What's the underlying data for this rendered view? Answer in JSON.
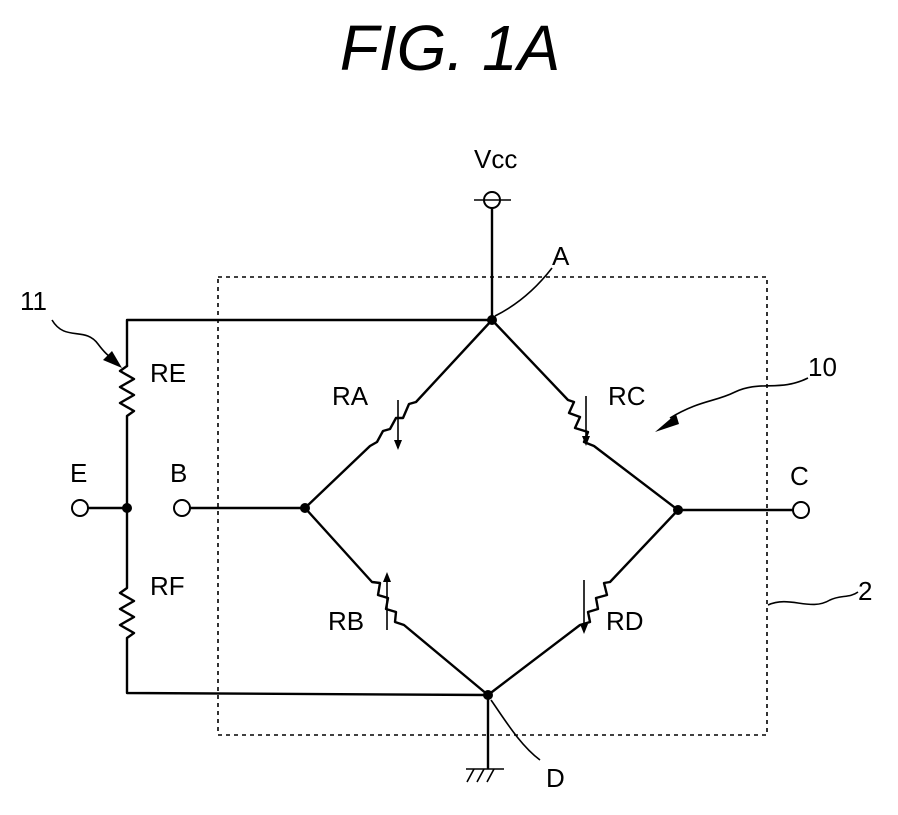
{
  "figure_title": "FIG. 1A",
  "labels": {
    "vcc": "Vcc",
    "node_a": "A",
    "node_b": "B",
    "node_c": "C",
    "node_d": "D",
    "node_e": "E",
    "ra": "RA",
    "rb": "RB",
    "rc": "RC",
    "rd": "RD",
    "re": "RE",
    "rf": "RF",
    "ref_bridge": "10",
    "ref_divider": "11",
    "ref_chip": "2"
  }
}
